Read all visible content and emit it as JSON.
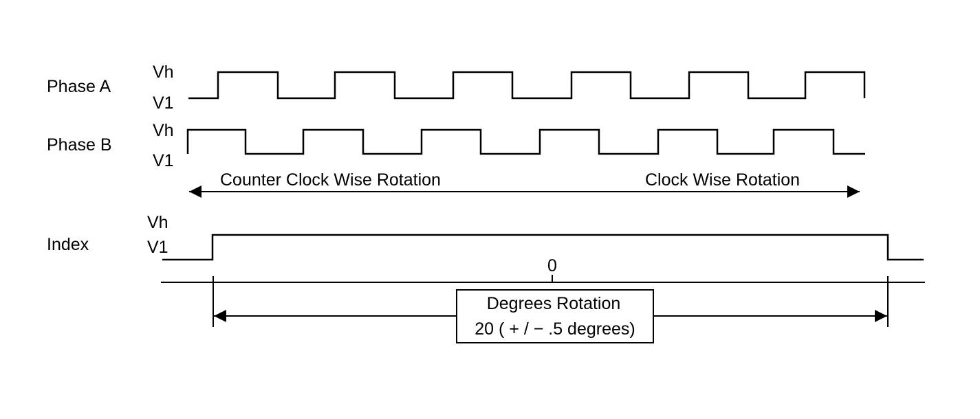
{
  "signals": {
    "phase_a": {
      "name": "Phase A",
      "high_label": "Vh",
      "low_label": "V1"
    },
    "phase_b": {
      "name": "Phase B",
      "high_label": "Vh",
      "low_label": "V1"
    },
    "index": {
      "name": "Index",
      "high_label": "Vh",
      "low_label": "V1"
    }
  },
  "rotation": {
    "ccw_label": "Counter Clock Wise Rotation",
    "cw_label": "Clock Wise Rotation"
  },
  "scale": {
    "zero_label": "0",
    "box_line1": "Degrees Rotation",
    "box_line2": "20 ( + / − .5 degrees)"
  }
}
